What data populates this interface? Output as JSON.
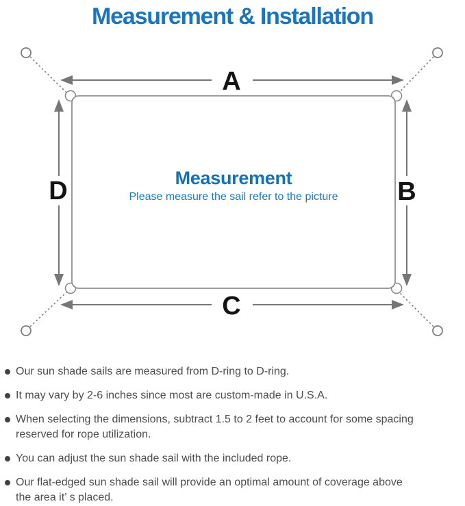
{
  "title": "Measurement & Installation",
  "diagram": {
    "label_a": "A",
    "label_b": "B",
    "label_c": "C",
    "label_d": "D",
    "center_title": "Measurement",
    "center_subtitle": "Please measure the sail refer to the picture"
  },
  "bullets": [
    {
      "text": "Our sun shade sails are measured from D-ring to D-ring."
    },
    {
      "text": "It may vary by 2-6 inches since most are custom-made in U.S.A."
    },
    {
      "text": "When selecting the dimensions, subtract 1.5 to 2 feet to account for some spacing\nreserved for rope utilization."
    },
    {
      "text": "You can adjust the sun shade sail with the included rope."
    },
    {
      "text": "Our flat-edged sun shade sail will provide an optimal amount of coverage above\nthe area it’ s placed."
    }
  ],
  "colors": {
    "title_blue": "#1b75bc",
    "center_title_blue": "#1371b7",
    "center_subtitle_blue": "#1b77c0",
    "outline_gray": "#8f8f8f",
    "arrow_gray": "#767676",
    "ring_gray": "#7c7c7c",
    "label_black": "#141414",
    "note_text_gray": "#4d4d4d"
  }
}
